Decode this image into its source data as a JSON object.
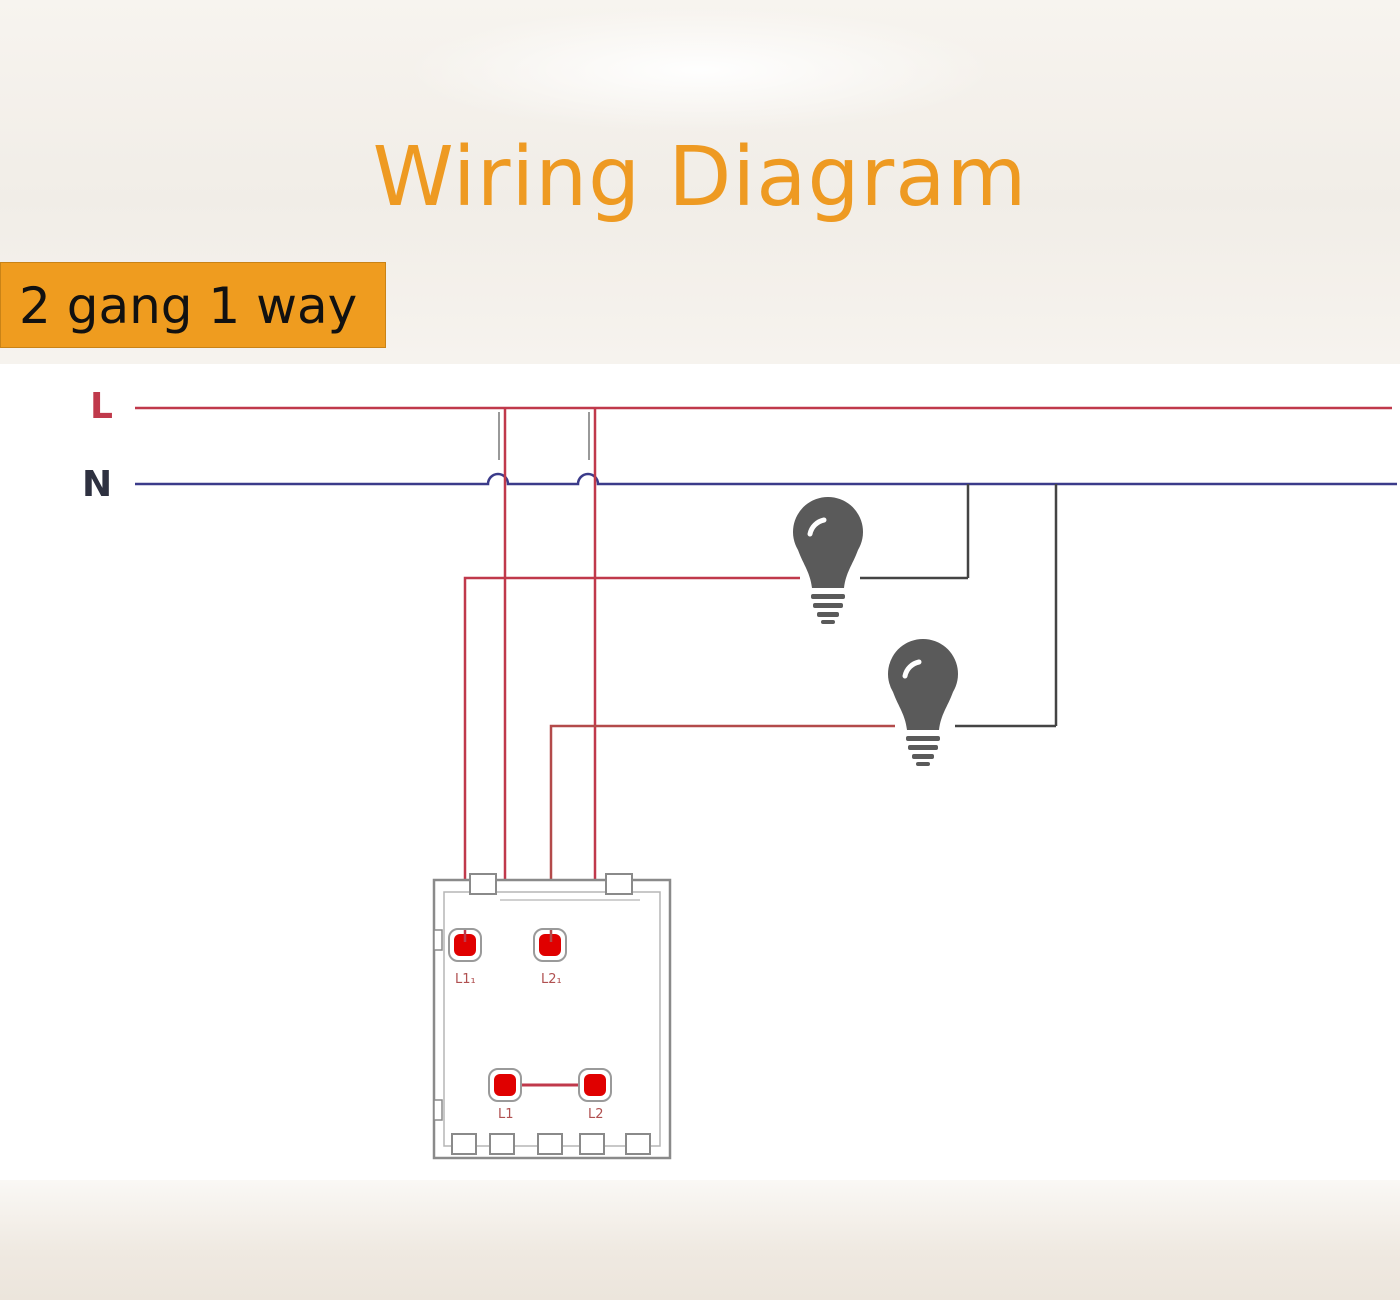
{
  "header": {
    "title": "Wiring Diagram",
    "badge": "2 gang 1 way"
  },
  "diagram": {
    "lines": {
      "live_label": "L",
      "neutral_label": "N"
    },
    "terminals": {
      "l1_out": "L1₁",
      "l2_out": "L2₁",
      "l1_in": "L1",
      "l2_in": "L2"
    },
    "lamps": [
      "light-bulb-icon",
      "light-bulb-icon"
    ]
  },
  "colors": {
    "title": "#ee9a22",
    "badge_bg": "#ef9c1f",
    "live_wire": "#c0394b",
    "neutral_wire": "#3b3b8a",
    "return_wire": "#555555",
    "terminal": "#e00000",
    "bulb": "#5a5a5a"
  }
}
